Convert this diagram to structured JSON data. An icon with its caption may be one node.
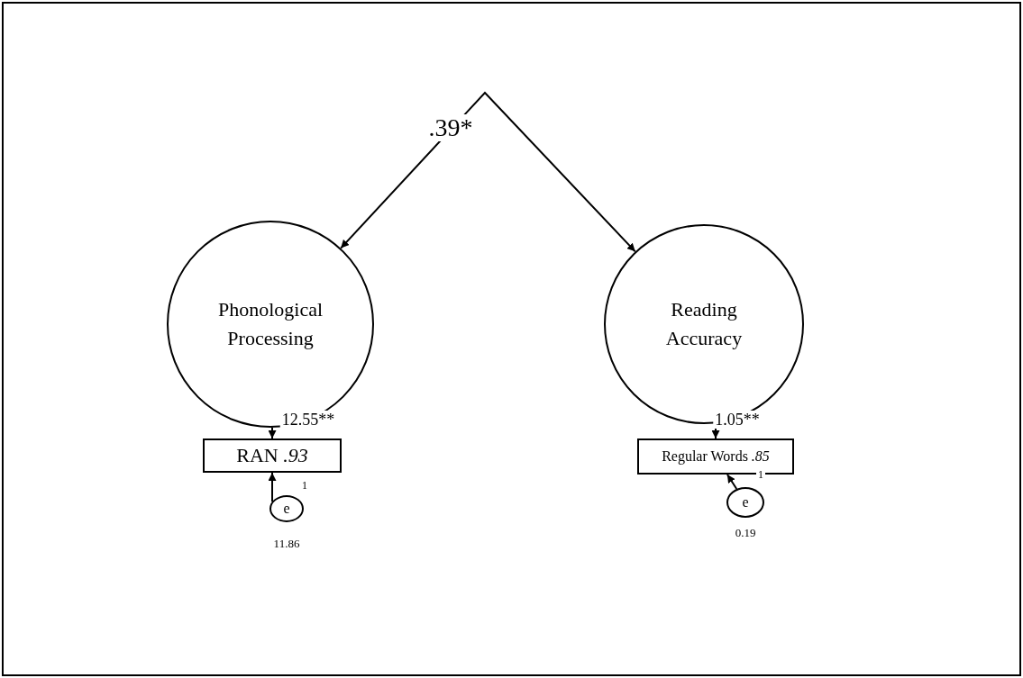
{
  "diagram": {
    "nodes": [
      {
        "text": [
          "Phonological Processing"
        ]
      },
      {
        "text": [
          "Reading Accuracy"
        ]
      },
      {
        "text": [
          "RAN *.93*"
        ]
      },
      {
        "text": [
          "Regular Words *.85*"
        ]
      },
      {
        "text": [
          "e"
        ],
        "beside": [
          "11.86"
        ]
      },
      {
        "text": [
          "e"
        ],
        "beside": [
          "0.19"
        ]
      }
    ],
    "edges": [
      {
        "from": 0,
        "to": 1,
        "arrow": "both",
        "label": ".39*"
      },
      {
        "from": 0,
        "to": 2,
        "arrow": "to",
        "label": "12.55**"
      },
      {
        "from": 1,
        "to": 3,
        "arrow": "to",
        "label": "1.05**"
      },
      {
        "from": 4,
        "to": 2,
        "arrow": "to",
        "label": "1"
      },
      {
        "from": 5,
        "to": 3,
        "arrow": "to",
        "label": "1"
      }
    ]
  }
}
